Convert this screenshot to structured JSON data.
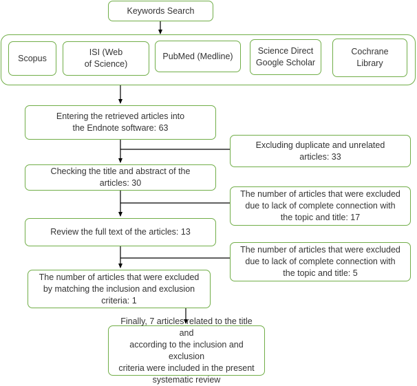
{
  "colors": {
    "box_border": "#70ad47",
    "line": "#000000",
    "text": "#333333"
  },
  "keywords": "Keywords Search",
  "databases": [
    "Scopus",
    "ISI (Web\nof Science)",
    "PubMed (Medline)",
    "Science Direct\nGoogle Scholar",
    "Cochrane\nLibrary"
  ],
  "steps": {
    "endnote": "Entering the retrieved articles into\nthe Endnote software: 63",
    "title_abstract": "Checking the title and abstract of the\narticles: 30",
    "full_text": "Review the full text of the articles: 13",
    "inclusion": "The number of articles that were excluded\nby matching the inclusion and exclusion\ncriteria: 1",
    "final": "Finally, 7 articles related to the title and\naccording to the inclusion and exclusion\ncriteria were included in the present\nsystematic review"
  },
  "exclusions": {
    "duplicates": "Excluding duplicate and unrelated\narticles: 33",
    "connection_17": "The number of articles that were excluded\ndue to lack of complete connection with\nthe topic and title: 17",
    "connection_5": "The number of articles that were excluded\ndue to lack of complete connection with\nthe topic and title: 5"
  }
}
